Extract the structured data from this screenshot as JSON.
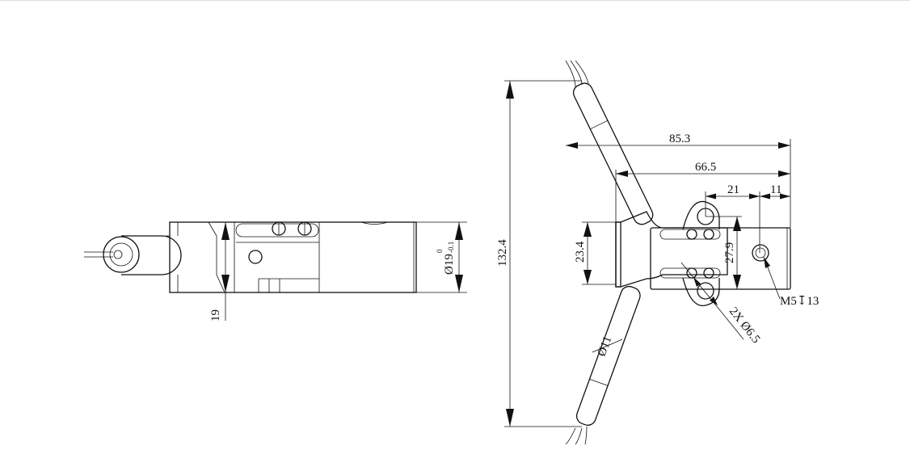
{
  "drawing": {
    "side_view": {
      "dim_diameter": "Ø19",
      "tol_upper": "0",
      "tol_lower": "-0.1",
      "dim_height": "19"
    },
    "front_view": {
      "dim_overall_width": "85.3",
      "dim_flange_width": "66.5",
      "dim_hole_spacing": "21",
      "dim_end_offset": "11",
      "dim_flange_height": "23.4",
      "dim_lug_spacing": "27.9",
      "dim_overall_height": "132.4",
      "thread_callout": "M5↧13",
      "hole_callout": "2X Ø6.5",
      "tube_diameter": "Ø11"
    }
  }
}
